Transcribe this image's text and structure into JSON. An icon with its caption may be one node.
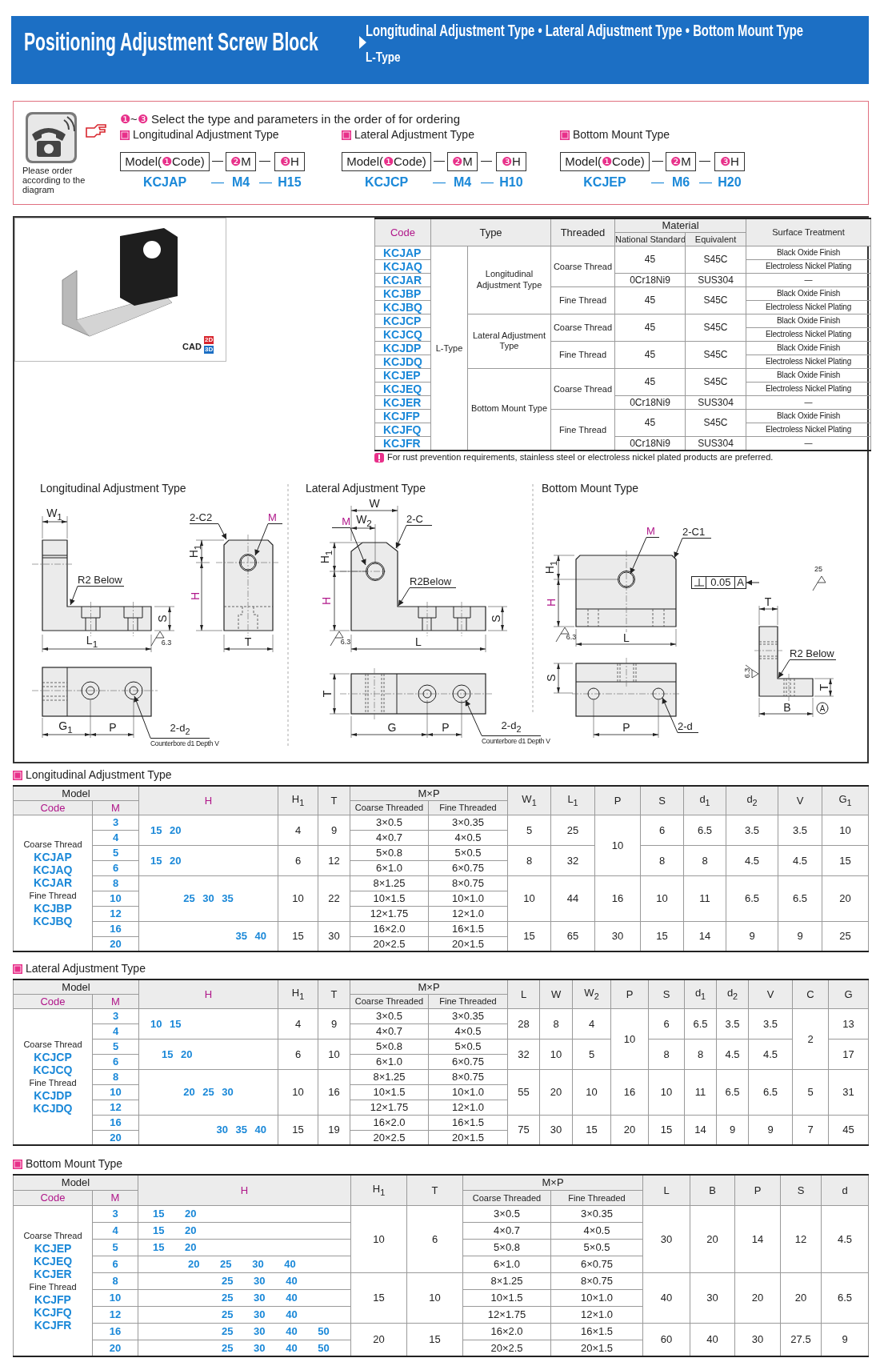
{
  "diagram": {
    "title": "Positioning Adjustment Screw Block",
    "nodes": [
      {
        "text": [
          "Model(❶Code)"
        ],
        "beside": [
          "KCJAP"
        ]
      },
      {
        "text": [
          "❷M"
        ],
        "beside": [
          "M4"
        ]
      },
      {
        "text": [
          "❸H"
        ],
        "beside": [
          "H15"
        ]
      },
      {
        "text": [
          "Model(❶Code)"
        ],
        "beside": [
          "KCJCP"
        ]
      },
      {
        "text": [
          "❷M"
        ],
        "beside": [
          "M4"
        ]
      },
      {
        "text": [
          "❸H"
        ],
        "beside": [
          "H10"
        ]
      },
      {
        "text": [
          "Model(❶Code)"
        ],
        "beside": [
          "KCJEP"
        ]
      },
      {
        "text": [
          "❷M"
        ],
        "beside": [
          "M6"
        ]
      },
      {
        "text": [
          "❸H"
        ],
        "beside": [
          "H20"
        ]
      },
      {
        "text": [
          "2-C2"
        ]
      },
      {
        "text": [
          "M"
        ]
      },
      {
        "text": [
          "R2 Below"
        ]
      },
      {
        "text": [
          "2-d$_{2}$",
          "Counterbore d1 Depth V"
        ]
      },
      {
        "text": [
          "M"
        ]
      },
      {
        "text": [
          "2-C"
        ]
      },
      {
        "text": [
          "R2Below"
        ]
      },
      {
        "text": [
          "2-d$_{2}$",
          "Counterbore d1 Depth V"
        ]
      },
      {
        "text": [
          "M"
        ]
      },
      {
        "text": [
          "2-C1"
        ]
      },
      {
        "text": [
          "0.05",
          "A"
        ]
      },
      {
        "text": [
          "R2 Below"
        ]
      },
      {
        "text": [
          "2-d"
        ]
      },
      {
        "text": [],
        "shape": "picture"
      },
      {
        "text": [],
        "shape": "picture"
      },
      {
        "text": [],
        "shape": "picture"
      },
      {
        "text": [],
        "shape": "picture"
      },
      {
        "text": [],
        "shape": "picture"
      },
      {
        "text": [],
        "shape": "picture"
      },
      {
        "text": [],
        "shape": "picture"
      },
      {
        "text": [],
        "shape": "picture"
      }
    ],
    "edges": [
      {
        "from": 9,
        "to": 23,
        "arrow": "to"
      },
      {
        "from": 10,
        "to": 23,
        "arrow": "to"
      },
      {
        "from": 11,
        "to": 22,
        "arrow": "to"
      },
      {
        "from": 12,
        "to": 24,
        "arrow": "to"
      },
      {
        "from": 13,
        "to": 25,
        "arrow": "to"
      },
      {
        "from": 14,
        "to": 25,
        "arrow": "to"
      },
      {
        "from": 15,
        "to": 25,
        "arrow": "to"
      },
      {
        "from": 16,
        "to": 26,
        "arrow": "to"
      },
      {
        "from": 17,
        "to": 27,
        "arrow": "to"
      },
      {
        "from": 18,
        "to": 27,
        "arrow": "to"
      },
      {
        "from": 20,
        "to": 29,
        "arrow": "to"
      },
      {
        "from": 21,
        "to": 28,
        "arrow": "to"
      },
      {
        "from": null,
        "to": 19,
        "arrow": "to"
      }
    ],
    "labels": [
      "Longitudinal Adjustment Type • Lateral Adjustment Type • Bottom Mount Type",
      "L-Type",
      "❶~❸ Select the type and parameters in the order of for ordering",
      "Longitudinal Adjustment Type",
      "Lateral Adjustment Type",
      "Bottom Mount Type",
      "—",
      "—",
      "—",
      "—",
      "—",
      "—",
      "—",
      "—",
      "—",
      "—",
      "—",
      "—",
      "Please order according to the diagram",
      "CAD",
      "2D",
      "3D",
      "Code",
      "Type",
      "Threaded",
      "Material",
      "Surface Treatment",
      "National Standard",
      "Equivalent",
      "KCJAP",
      "L-Type",
      "Longitudinal Adjustment Type",
      "Coarse Thread",
      "45",
      "S45C",
      "Black Oxide Finish",
      "KCJAQ",
      "Electroless Nickel Plating",
      "KCJAR",
      "0Cr18Ni9",
      "SUS304",
      "—",
      "KCJBP",
      "Fine Thread",
      "45",
      "S45C",
      "Black Oxide Finish",
      "KCJBQ",
      "Electroless Nickel Plating",
      "KCJCP",
      "Lateral Adjustment Type",
      "Coarse Thread",
      "45",
      "S45C",
      "Black Oxide Finish",
      "KCJCQ",
      "Electroless Nickel Plating",
      "KCJDP",
      "Fine Thread",
      "45",
      "S45C",
      "Black Oxide Finish",
      "KCJDQ",
      "Electroless Nickel Plating",
      "KCJEP",
      "Bottom Mount Type",
      "Coarse Thread",
      "45",
      "S45C",
      "Black Oxide Finish",
      "KCJEQ",
      "Electroless Nickel Plating",
      "KCJER",
      "0Cr18Ni9",
      "SUS304",
      "—",
      "KCJFP",
      "Fine Thread",
      "45",
      "S45C",
      "Black Oxide Finish",
      "KCJFQ",
      "Electroless Nickel Plating",
      "KCJFR",
      "0Cr18Ni9",
      "SUS304",
      "—",
      "For rust prevention requirements, stainless steel or electroless nickel plated products are preferred.",
      "Longitudinal Adjustment Type",
      "Lateral Adjustment Type",
      "Bottom Mount Type",
      "W$_{1}$",
      "H$_{1}$",
      "H",
      "S",
      "6.3",
      "L$_{1}$",
      "T",
      "G$_{1}$",
      "P",
      "W",
      "W$_{2}$",
      "H$_{1}$",
      "H",
      "S",
      "6.3",
      "L",
      "T",
      "G",
      "P",
      "H$_{1}$",
      "H",
      "6.3",
      "L",
      "S",
      "P",
      "25",
      "T",
      "6.3",
      "T",
      "B",
      "A",
      "Longitudinal Adjustment Type",
      "Model",
      "H",
      "H$_{1}$",
      "T",
      "M×P",
      "W$_{1}$",
      "L$_{1}$",
      "P",
      "S",
      "d$_{1}$",
      "d$_{2}$",
      "V",
      "G$_{1}$",
      "Code",
      "M",
      "Coarse Threaded",
      "Fine Threaded",
      "Coarse Thread",
      "KCJAP",
      "KCJAQ",
      "KCJAR",
      "Fine Thread",
      "KCJBP",
      "KCJBQ",
      "3",
      "15 20",
      "4",
      "9",
      "3×0.5",
      "3×0.35",
      "5",
      "25",
      "10",
      "6",
      "6.5",
      "3.5",
      "3.5",
      "10",
      "4",
      "4×0.7",
      "4×0.5",
      "5",
      "15 20",
      "6",
      "12",
      "5×0.8",
      "5×0.5",
      "8",
      "32",
      "8",
      "8",
      "4.5",
      "4.5",
      "15",
      "6",
      "6×1.0",
      "6×0.75",
      "8",
      "8×1.25",
      "8×0.75",
      "10",
      "25 30 35",
      "10",
      "22",
      "10×1.5",
      "10×1.0",
      "10",
      "44",
      "16",
      "10",
      "11",
      "6.5",
      "6.5",
      "20",
      "12",
      "12×1.75",
      "12×1.0",
      "16",
      "35 40",
      "15",
      "30",
      "16×2.0",
      "16×1.5",
      "15",
      "65",
      "30",
      "15",
      "14",
      "9",
      "9",
      "25",
      "20",
      "20×2.5",
      "20×1.5",
      "Lateral Adjustment Type",
      "Model",
      "H",
      "H$_{1}$",
      "T",
      "M×P",
      "L",
      "W",
      "W$_{2}$",
      "P",
      "S",
      "d$_{1}$",
      "d$_{2}$",
      "V",
      "C",
      "G",
      "Code",
      "M",
      "Coarse Threaded",
      "Fine Threaded",
      "Coarse Thread",
      "KCJCP",
      "KCJCQ",
      "Fine Thread",
      "KCJDP",
      "KCJDQ",
      "3",
      "10 15",
      "4",
      "9",
      "3×0.5",
      "3×0.35",
      "28",
      "8",
      "4",
      "10",
      "6",
      "6.5",
      "3.5",
      "3.5",
      "2",
      "13",
      "4",
      "4×0.7",
      "4×0.5",
      "5",
      "15 20",
      "6",
      "10",
      "5×0.8",
      "5×0.5",
      "32",
      "10",
      "5",
      "8",
      "8",
      "4.5",
      "4.5",
      "17",
      "6",
      "6×1.0",
      "6×0.75",
      "8",
      "8×1.25",
      "8×0.75",
      "10",
      "20 25 30",
      "10",
      "16",
      "10×1.5",
      "10×1.0",
      "55",
      "20",
      "10",
      "16",
      "10",
      "11",
      "6.5",
      "6.5",
      "5",
      "31",
      "12",
      "12×1.75",
      "12×1.0",
      "16",
      "30 35 40",
      "15",
      "19",
      "16×2.0",
      "16×1.5",
      "75",
      "30",
      "15",
      "20",
      "15",
      "14",
      "9",
      "9",
      "7",
      "45",
      "20",
      "20×2.5",
      "20×1.5",
      "Bottom Mount Type",
      "Model",
      "H",
      "H$_{1}$",
      "T",
      "M×P",
      "L",
      "B",
      "P",
      "S",
      "d",
      "Code",
      "M",
      "Coarse Threaded",
      "Fine Threaded",
      "Coarse Thread",
      "KCJEP",
      "KCJEQ",
      "KCJER",
      "Fine Thread",
      "KCJFP",
      "KCJFQ",
      "KCJFR",
      "3",
      "15 20",
      "10",
      "6",
      "3×0.5",
      "3×0.35",
      "30",
      "20",
      "14",
      "12",
      "4.5",
      "4",
      "15 20",
      "4×0.7",
      "4×0.5",
      "5",
      "15 20",
      "5×0.8",
      "5×0.5",
      "6",
      "20 25 30 40",
      "6×1.0",
      "6×0.75",
      "8",
      "25 30 40",
      "8×1.25",
      "8×0.75",
      "10",
      "25 30 40",
      "15",
      "10",
      "10×1.5",
      "10×1.0",
      "40",
      "30",
      "20",
      "20",
      "6.5",
      "12",
      "25 30 40",
      "12×1.75",
      "12×1.0",
      "16",
      "25 30 40 50",
      "20",
      "15",
      "16×2.0",
      "16×1.5",
      "60",
      "40",
      "30",
      "27.5",
      "9",
      "20",
      "25 30 40 50",
      "20×2.5",
      "20×1.5"
    ]
  }
}
